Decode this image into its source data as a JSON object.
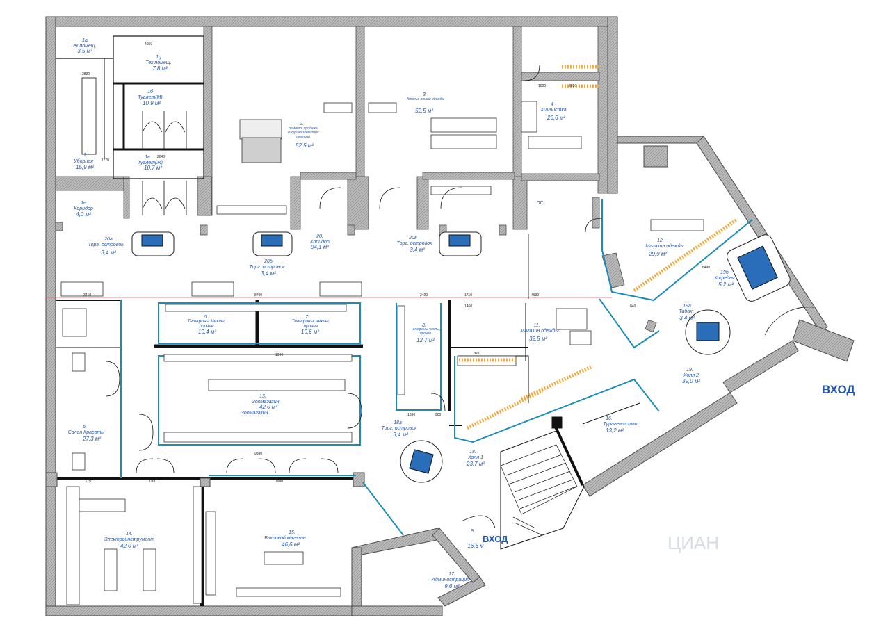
{
  "rooms": [
    {
      "id": "1a",
      "num": "1а",
      "name": "Тех помещ.",
      "area": "3,5 м²"
    },
    {
      "id": "1g",
      "num": "1g",
      "name": "Тех помещ.",
      "area": "7,8 м²"
    },
    {
      "id": "1b",
      "num": "1б",
      "name": "Туалет(М)",
      "area": "10,9 м²"
    },
    {
      "id": "1v",
      "num": "1в",
      "name": "Туалет(Ж)",
      "area": "10,7 м²"
    },
    {
      "id": "1",
      "num": "1",
      "name": "Уборная",
      "area": "15,9 м²"
    },
    {
      "id": "1e",
      "num": "1е",
      "name": "Коридор",
      "area": "4,0 м²"
    },
    {
      "id": "2",
      "num": "2.",
      "name": "ремонт, продажа цифровой/электро техники",
      "area": "52,5 м²"
    },
    {
      "id": "3",
      "num": "3",
      "name": "Ателье пошив одежды",
      "area": "52,5 м²"
    },
    {
      "id": "4",
      "num": "4",
      "name": "Химчистка",
      "area": "26,6 м²"
    },
    {
      "id": "20a",
      "num": "20а",
      "name": "Торг. островок",
      "area": "3,4 м²"
    },
    {
      "id": "20",
      "num": "20.",
      "name": "Коридор",
      "area": "94,1 м²"
    },
    {
      "id": "20b1",
      "num": "20б",
      "name": "Торг. островок",
      "area": "3,4 м²"
    },
    {
      "id": "20v",
      "num": "20в",
      "name": "Торг. островок",
      "area": "3,4 м²"
    },
    {
      "id": "12",
      "num": "12.",
      "name": "Магазин одежды",
      "area": "29,9 м²"
    },
    {
      "id": "19b",
      "num": "19б",
      "name": "Кофейня",
      "area": "5,2 м²"
    },
    {
      "id": "19a",
      "num": "19а",
      "name": "Табак",
      "area": "3,4 м²"
    },
    {
      "id": "19",
      "num": "19.",
      "name": "Холл 2",
      "area": "39,0 м²"
    },
    {
      "id": "6",
      "num": "6.",
      "name": "Телефоны Чехлы, прочее",
      "area": "10,4 м²"
    },
    {
      "id": "7",
      "num": "7.",
      "name": "Телефоны Чехлы, прочее",
      "area": "10,6 м²"
    },
    {
      "id": "8",
      "num": "8.",
      "name": "Телефоны Чехлы, прочее",
      "area": "12,7 м²"
    },
    {
      "id": "11",
      "num": "11.",
      "name": "Магазин одежды",
      "area": "32,5 м²"
    },
    {
      "id": "5",
      "num": "5.",
      "name": "Салон Красоты",
      "area": "27,3 м²"
    },
    {
      "id": "13",
      "num": "13.",
      "name": "Зоомагазин",
      "area": "42,0 м²"
    },
    {
      "id": "18a",
      "num": "18а",
      "name": "Торг. островок",
      "area": "3,4 м²"
    },
    {
      "id": "18",
      "num": "18.",
      "name": "Холл 1",
      "area": "23,7 м²"
    },
    {
      "id": "16",
      "num": "16.",
      "name": "Турагентство",
      "area": "13,2 м²"
    },
    {
      "id": "14",
      "num": "14.",
      "name": "Электроинструмент",
      "area": "42,0 м²"
    },
    {
      "id": "15",
      "num": "15.",
      "name": "Бытовой магазин",
      "area": "46,6 м²"
    },
    {
      "id": "9",
      "num": "9.",
      "name": "",
      "area": "16,6 м"
    },
    {
      "id": "17",
      "num": "17.",
      "name": "Администрация",
      "area": "9,6 м²"
    }
  ],
  "extra_labels": {
    "zoo_sub": "Зоомагазин",
    "pg": "ПГ"
  },
  "entrances": {
    "right": "ВХОД",
    "center": "ВХОД"
  },
  "dimensions": [
    "4050",
    "1170",
    "2830",
    "1000",
    "2830",
    "2640",
    "3410",
    "8700",
    "2490",
    "1710",
    "4630",
    "1460",
    "2600",
    "1990",
    "9880",
    "3150",
    "1900",
    "1900",
    "1530",
    "900",
    "6490",
    "840"
  ],
  "watermark": "ЦИАН"
}
